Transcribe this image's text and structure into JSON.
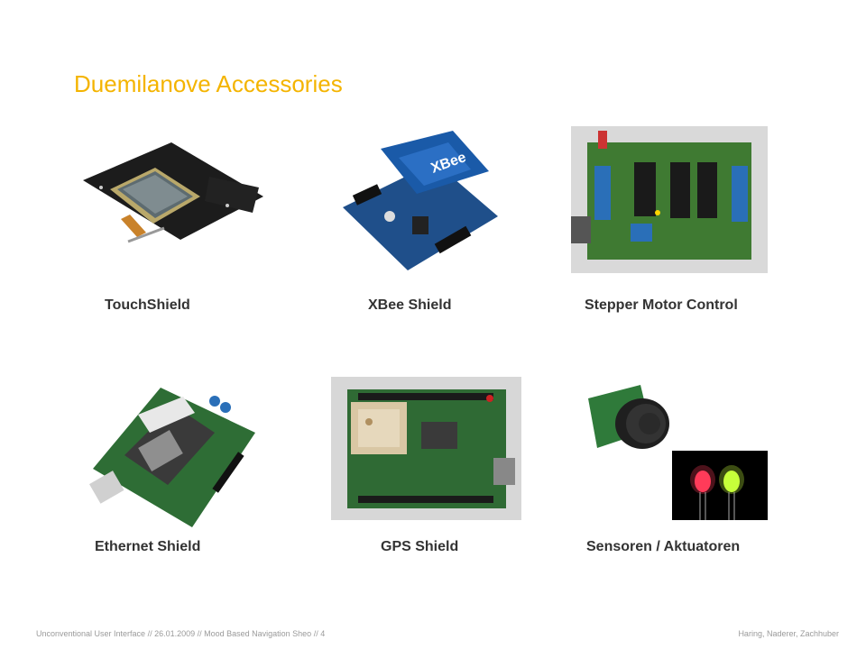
{
  "title": "Duemilanove Accessories",
  "accent_color": "#f4b400",
  "items": [
    {
      "caption": "TouchShield",
      "image": "touchshield-photo"
    },
    {
      "caption": "XBee Shield",
      "image": "xbee-shield-photo",
      "image_text": "XBee"
    },
    {
      "caption": "Stepper Motor Control",
      "image": "stepper-motor-shield-photo"
    },
    {
      "caption": "Ethernet Shield",
      "image": "ethernet-shield-photo"
    },
    {
      "caption": "GPS Shield",
      "image": "gps-shield-photo"
    },
    {
      "caption": "Sensoren / Aktuatoren",
      "image": "ultrasonic-sensor-and-leds-photo"
    }
  ],
  "footer": {
    "left": "Unconventional User Interface // 26.01.2009 // Mood Based Navigation Sheo // 4",
    "right": "Haring, Naderer, Zachhuber"
  }
}
